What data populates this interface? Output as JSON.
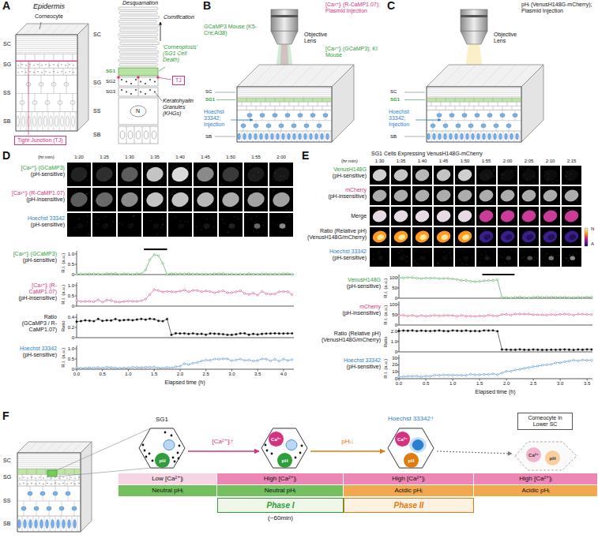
{
  "diagram": {
    "nodes": [
      {
        "text": [
          "Tight Junction (TJ)"
        ]
      },
      {
        "text": [
          "TJ"
        ]
      },
      {
        "text": [
          "pH"
        ]
      },
      {
        "text": [
          "Ca²⁺"
        ]
      },
      {
        "text": [
          "pH"
        ]
      },
      {
        "text": [
          "Ca²⁺"
        ]
      },
      {
        "text": [
          "pH"
        ]
      },
      {
        "text": [
          "Corneocyte in Lower SC"
        ]
      },
      {
        "text": [
          "Ca²⁺"
        ]
      },
      {
        "text": [
          "pH"
        ]
      },
      {
        "text": [
          "Low [Ca²⁺]ᵢ"
        ]
      },
      {
        "text": [
          "High [Ca²⁺]ᵢ"
        ]
      },
      {
        "text": [
          "High [Ca²⁺]ᵢ"
        ]
      },
      {
        "text": [
          "High [Ca²⁺]ᵢ"
        ]
      },
      {
        "text": [
          "Neutral pHᵢ"
        ]
      },
      {
        "text": [
          "Neutral pHᵢ"
        ]
      },
      {
        "text": [
          "Acidic pHᵢ"
        ]
      },
      {
        "text": [
          "Acidic pHᵢ"
        ]
      },
      {
        "text": [
          "Phase I"
        ]
      },
      {
        "text": [
          "Phase II"
        ]
      }
    ],
    "labels": [
      "A",
      "Epidermis",
      "Corneocyte",
      "SC",
      "SG",
      "SS",
      "SB",
      "Desquamation",
      "Cornification",
      "'Corneoptosis' (SG1 Cell Death)",
      "SC",
      "SG",
      "SG1",
      "SG2",
      "SG3",
      "SS",
      "SB",
      "N",
      "Keratohyalin Granules (KHGs)",
      "B",
      "Objective Lens",
      "[Ca²⁺]ᵢ (R-CaMP1.07); Plasmid Injection",
      "GCaMP3 Mouse (K5-Cre;Ai38)",
      "[Ca²⁺]ᵢ (GCaMP3); KI Mouse",
      "SC",
      "SG1",
      "SB",
      "Hoechst 33342; Injection",
      "C",
      "Objective Lens",
      "pHᵢ (VenusH148G-mCherry); Plasmid Injection",
      "SC",
      "SG1",
      "SB",
      "Hoechst 33342; Injection",
      "D",
      "(hr:min)",
      "1:20",
      "1:25",
      "1:30",
      "1:35",
      "1:40",
      "1:45",
      "1:50",
      "1:55",
      "2:00",
      "[Ca²⁺]ᵢ (GCaMP3)",
      "(pH-sensitive)",
      "[Ca²⁺]ᵢ (R-CaMP1.07)",
      "(pH-insensitive)",
      "Hoechst 33342",
      "(pH-sensitive)",
      "[Ca²⁺]ᵢ (GCaMP3)",
      "(pH-sensitive)",
      "R.I. (a.u.)",
      "1.0",
      "0.5",
      "0",
      "[Ca²⁺]ᵢ (R-CaMP1.07)",
      "(pH-insensitive)",
      "R.I. (a.u.)",
      "1.0",
      "0.5",
      "0",
      "Ratio",
      "(GCaMP3 / R-CaMP1.07)",
      "Ratio",
      "0.4",
      "0.2",
      "0",
      "Hoechst 33342",
      "(pH-sensitive)",
      "R.I. (a.u.)",
      "1.0",
      "0.5",
      "0",
      "0.0",
      "0.5",
      "1.0",
      "1.5",
      "2.0",
      "2.5",
      "3.0",
      "3.5",
      "4.0",
      "Elapsed time (h)",
      "E",
      "SG1 Cells Expressing VenusH148G-mCherry",
      "(hr:min)",
      "1:30",
      "1:35",
      "1:40",
      "1:45",
      "1:50",
      "1:55",
      "2:00",
      "2:05",
      "2:10",
      "2:15",
      "VenusH148G",
      "(pH-sensitive)",
      "mCherry",
      "(pH-insensitive)",
      "Merge",
      "Ratio (Relative pH)",
      "(VenusH148G/mCherry)",
      "Hoechst 33342",
      "(pH-sensitive)",
      "N",
      "A",
      "VenusH148G",
      "(pH-sensitive)",
      "R.I. (a.u.)",
      "100",
      "50",
      "0",
      "mCherry",
      "(pH-insensitive)",
      "R.I. (a.u.)",
      "100",
      "50",
      "0",
      "Ratio (Relative pH)",
      "(VenusH148G/mCherry)",
      "Ratio",
      "2.0",
      "1.0",
      "0",
      "Hoechst 33342",
      "(pH-sensitive)",
      "R.I. (a.u.)",
      "30",
      "20",
      "10",
      "0",
      "0.0",
      "0.5",
      "1.0",
      "1.5",
      "2.0",
      "2.5",
      "3.0",
      "3.5",
      "Elapsed time (h)",
      "F",
      "SC",
      "SG",
      "SS",
      "SB",
      "SG1",
      "[Ca²⁺]ᵢ↑",
      "pHᵢ↓",
      "Hoechst 33342↑",
      "(~60min)"
    ]
  }
}
